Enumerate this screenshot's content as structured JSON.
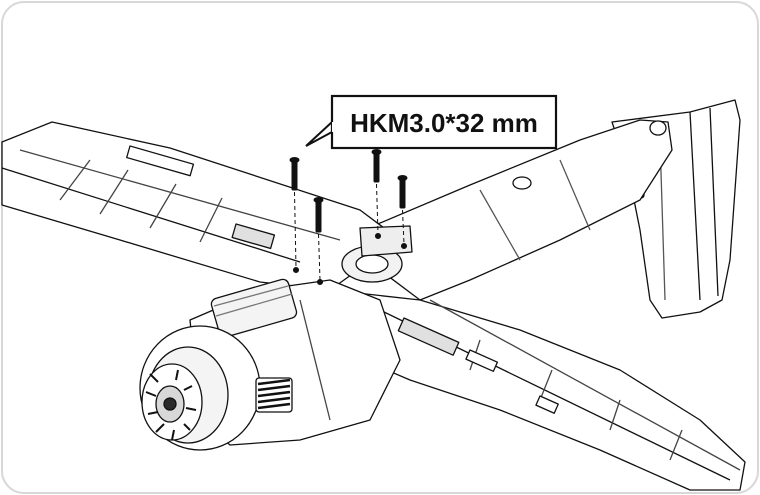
{
  "callout": {
    "label": "HKM3.0*32 mm"
  },
  "diagram": {
    "subject": "rc-airplane-wing-fuselage-assembly",
    "screw_count": 4,
    "colors": {
      "line": "#111111",
      "surface": "#ffffff",
      "shade": "#c9c9c9",
      "dark": "#2a2a2a"
    }
  }
}
